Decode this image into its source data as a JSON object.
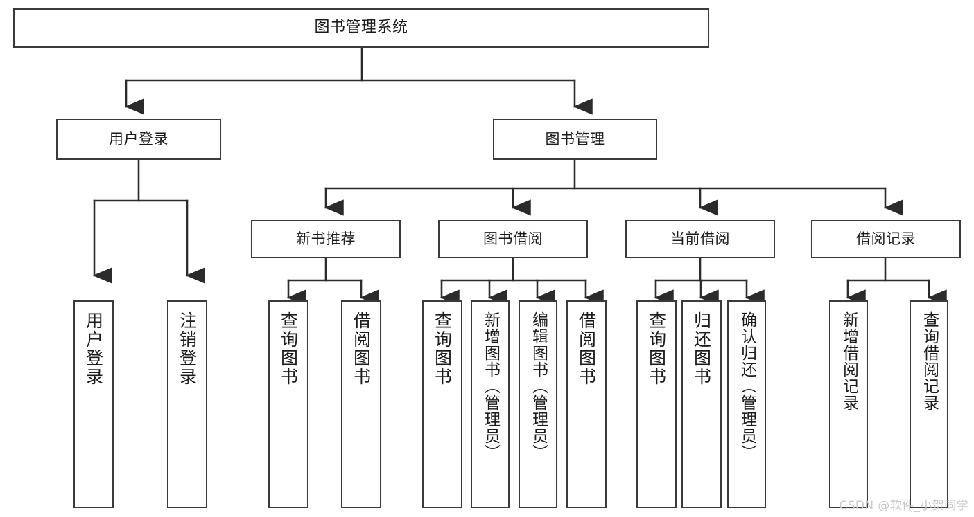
{
  "diagram": {
    "type": "tree-hierarchy",
    "title": "图书管理系统",
    "watermark": "CSDN @软件_小贺同学",
    "colors": {
      "box_border": "#3a3a3a",
      "box_fill": "#ffffff",
      "connector": "#2b2b2b",
      "text": "#1b1b1b",
      "watermark": "#c9c9c9"
    },
    "nodes": {
      "root": {
        "label": "图书管理系统"
      },
      "level1": [
        {
          "label": "用户登录"
        },
        {
          "label": "图书管理"
        }
      ],
      "level2": [
        {
          "label": "新书推荐"
        },
        {
          "label": "图书借阅"
        },
        {
          "label": "当前借阅"
        },
        {
          "label": "借阅记录"
        }
      ],
      "leaves": {
        "user_login": [
          {
            "label": "用户登录"
          },
          {
            "label": "注销登录"
          }
        ],
        "new_book_recommend": [
          {
            "label": "查询图书"
          },
          {
            "label": "借阅图书"
          }
        ],
        "book_borrow": [
          {
            "label": "查询图书"
          },
          {
            "label": "新增图书（管理员）"
          },
          {
            "label": "编辑图书（管理员）"
          },
          {
            "label": "借阅图书"
          }
        ],
        "current_borrow": [
          {
            "label": "查询图书"
          },
          {
            "label": "归还图书"
          },
          {
            "label": "确认归还（管理员）"
          }
        ],
        "borrow_records": [
          {
            "label": "新增借阅记录"
          },
          {
            "label": "查询借阅记录"
          }
        ]
      }
    }
  }
}
